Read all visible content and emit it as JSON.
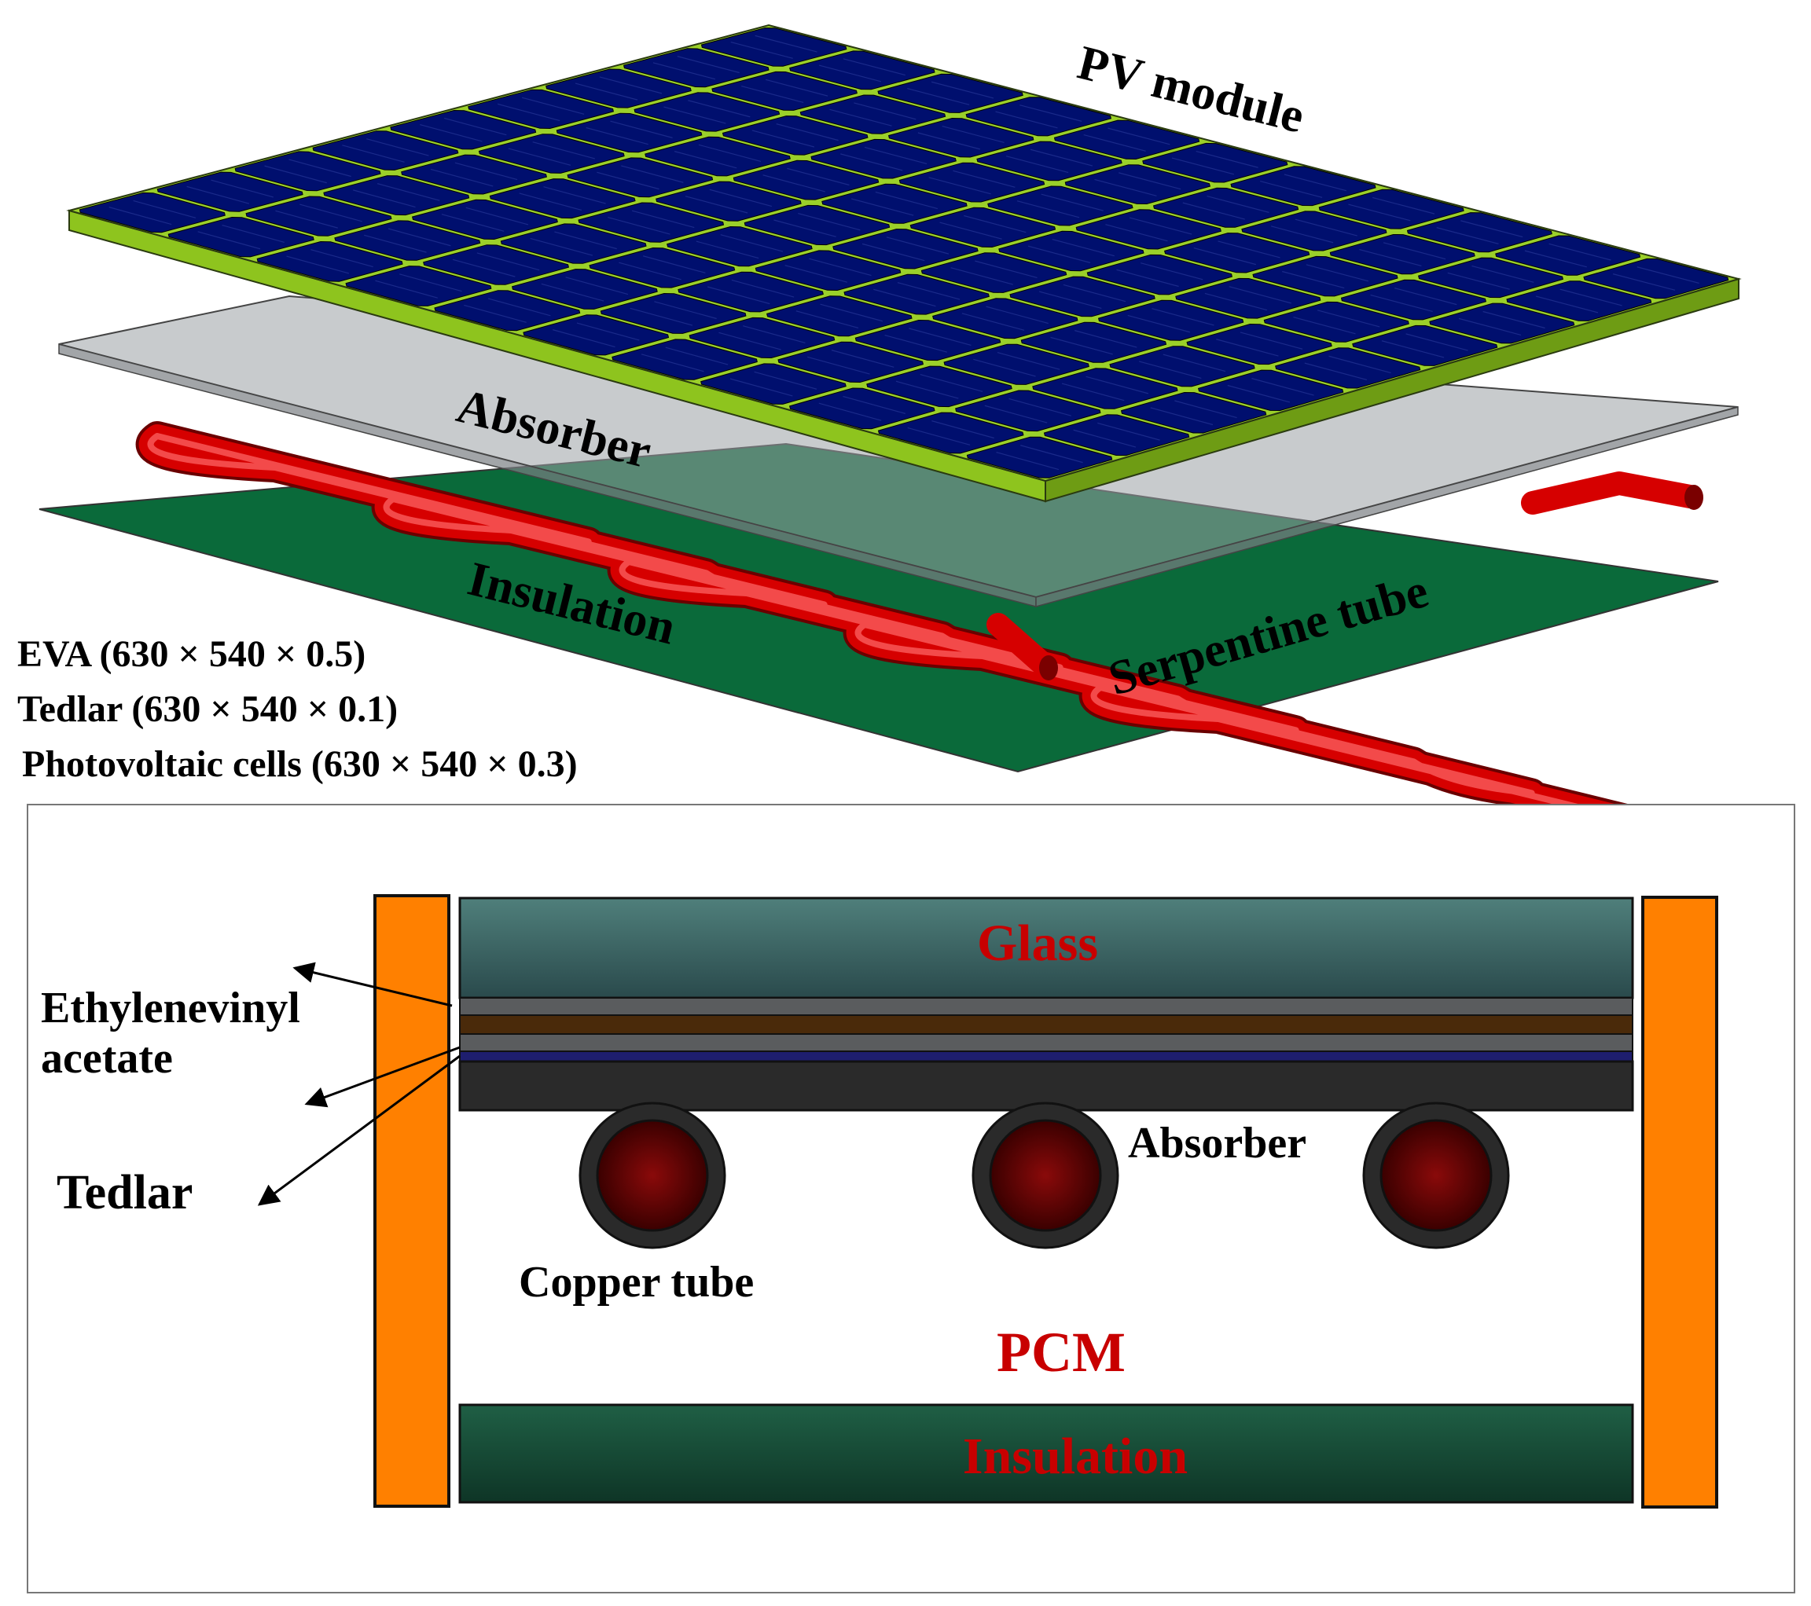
{
  "exploded_view": {
    "labels": {
      "pv_module": "PV module",
      "absorber": "Absorber",
      "insulation": "Insulation",
      "serpentine_tube": "Serpentine tube"
    },
    "layer_specs": [
      "EVA (630 × 540 × 0.5)",
      "Tedlar (630 × 540 × 0.1)",
      "Photovoltaic cells (630 × 540 × 0.3)"
    ],
    "pv_grid": {
      "rows": 9,
      "cols": 11
    }
  },
  "cross_section": {
    "labels": {
      "glass": "Glass",
      "ethylenevinyl_line1": "Ethylenevinyl",
      "ethylenevinyl_line2": "acetate",
      "tedlar": "Tedlar",
      "absorber": "Absorber",
      "copper_tube": "Copper tube",
      "pcm": "PCM",
      "insulation": "Insulation"
    }
  },
  "colors": {
    "pv_cell": "#000f6e",
    "pv_frame": "#8ec41e",
    "tube": "#d60000",
    "insulation_board": "#0a6a3a",
    "side_frame": "#ff8000",
    "red_label": "#c80000"
  }
}
